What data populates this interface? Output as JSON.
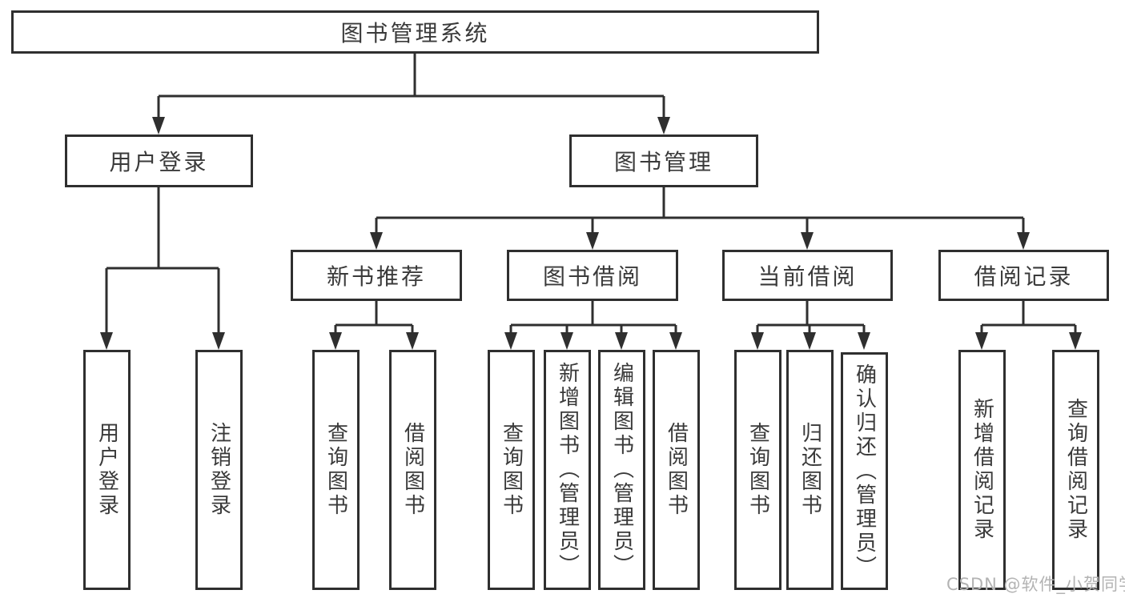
{
  "watermark": {
    "text": "CSDN @软件_小贺同学",
    "color": "#b3b3b3"
  },
  "colors": {
    "line": "#2f2f2f",
    "box_border": "#2f2f2f",
    "text": "#3a3a3a",
    "background": "#ffffff"
  },
  "diagram": {
    "type": "hierarchy-tree",
    "root": {
      "label": "图书管理系统"
    },
    "branches": [
      {
        "label": "用户登录",
        "children": [
          {
            "label": "用户登录"
          },
          {
            "label": "注销登录"
          }
        ]
      },
      {
        "label": "图书管理",
        "children": [
          {
            "label": "新书推荐",
            "children": [
              {
                "label": "查询图书"
              },
              {
                "label": "借阅图书"
              }
            ]
          },
          {
            "label": "图书借阅",
            "children": [
              {
                "label": "查询图书"
              },
              {
                "label": "新增图书（管理员）"
              },
              {
                "label": "编辑图书（管理员）"
              },
              {
                "label": "借阅图书"
              }
            ]
          },
          {
            "label": "当前借阅",
            "children": [
              {
                "label": "查询图书"
              },
              {
                "label": "归还图书"
              },
              {
                "label": "确认归还（管理员）"
              }
            ]
          },
          {
            "label": "借阅记录",
            "children": [
              {
                "label": "新增借阅记录"
              },
              {
                "label": "查询借阅记录"
              }
            ]
          }
        ]
      }
    ]
  }
}
